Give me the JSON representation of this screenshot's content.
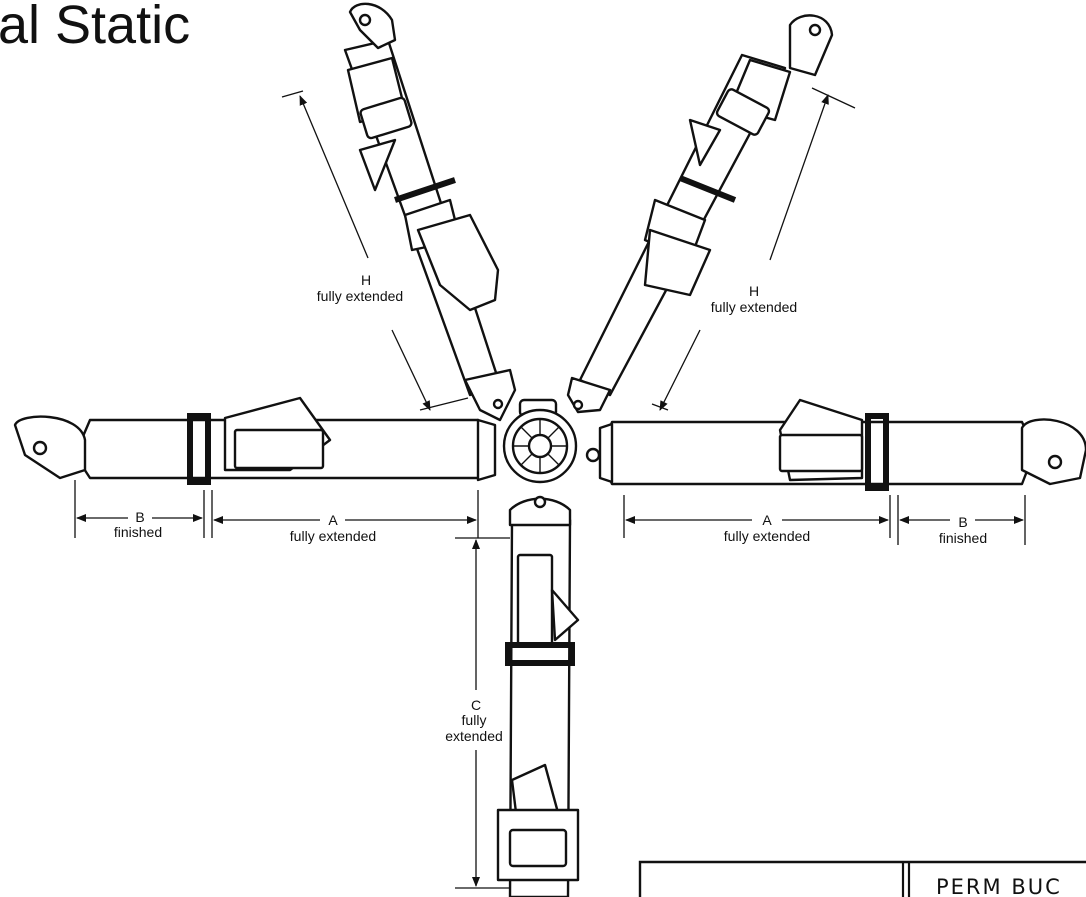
{
  "header": {
    "title": "al Static"
  },
  "dimensions": {
    "h_left": {
      "letter": "H",
      "desc": "fully extended"
    },
    "h_right": {
      "letter": "H",
      "desc": "fully extended"
    },
    "a_left": {
      "letter": "A",
      "desc": "fully extended"
    },
    "a_right": {
      "letter": "A",
      "desc": "fully extended"
    },
    "b_left": {
      "letter": "B",
      "desc": "finished"
    },
    "b_right": {
      "letter": "B",
      "desc": "finished"
    },
    "c": {
      "letter": "C",
      "line1": "fully",
      "line2": "extended"
    }
  },
  "title_block": {
    "text": "PERM BUC"
  }
}
